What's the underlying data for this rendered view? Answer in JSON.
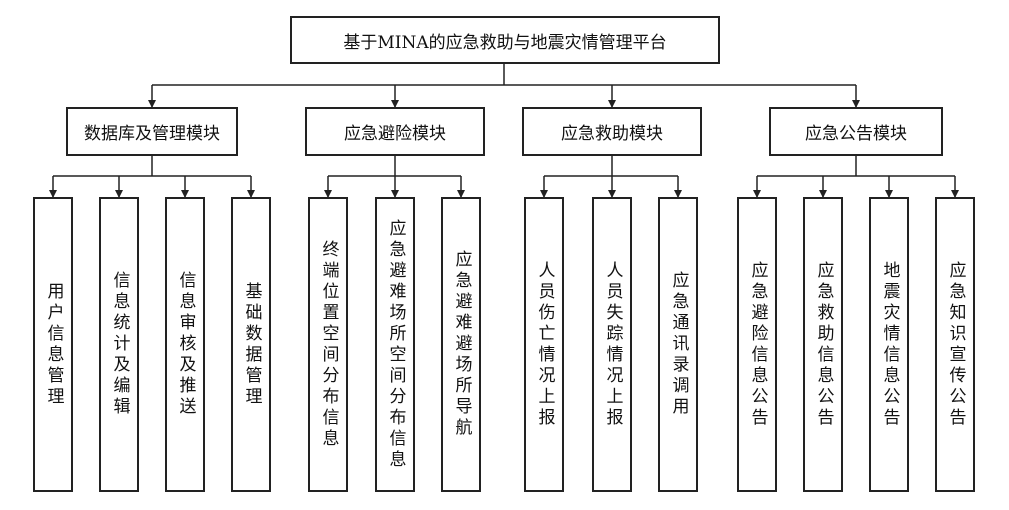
{
  "root": {
    "label": "基于MINA的应急救助与地震灾情管理平台"
  },
  "modules": [
    {
      "label": "数据库及管理模块",
      "children": [
        "用户信息管理",
        "信息统计及编辑",
        "信息审核及推送",
        "基础数据管理"
      ]
    },
    {
      "label": "应急避险模块",
      "children": [
        "终端位置空间分布信息",
        "应急避难场所空间分布信息",
        "应急避难避场所导航"
      ]
    },
    {
      "label": "应急救助模块",
      "children": [
        "人员伤亡情况上报",
        "人员失踪情况上报",
        "应急通讯录调用"
      ]
    },
    {
      "label": "应急公告模块",
      "children": [
        "应急避险信息公告",
        "应急救助信息公告",
        "地震灾情信息公告",
        "应急知识宣传公告"
      ]
    }
  ]
}
